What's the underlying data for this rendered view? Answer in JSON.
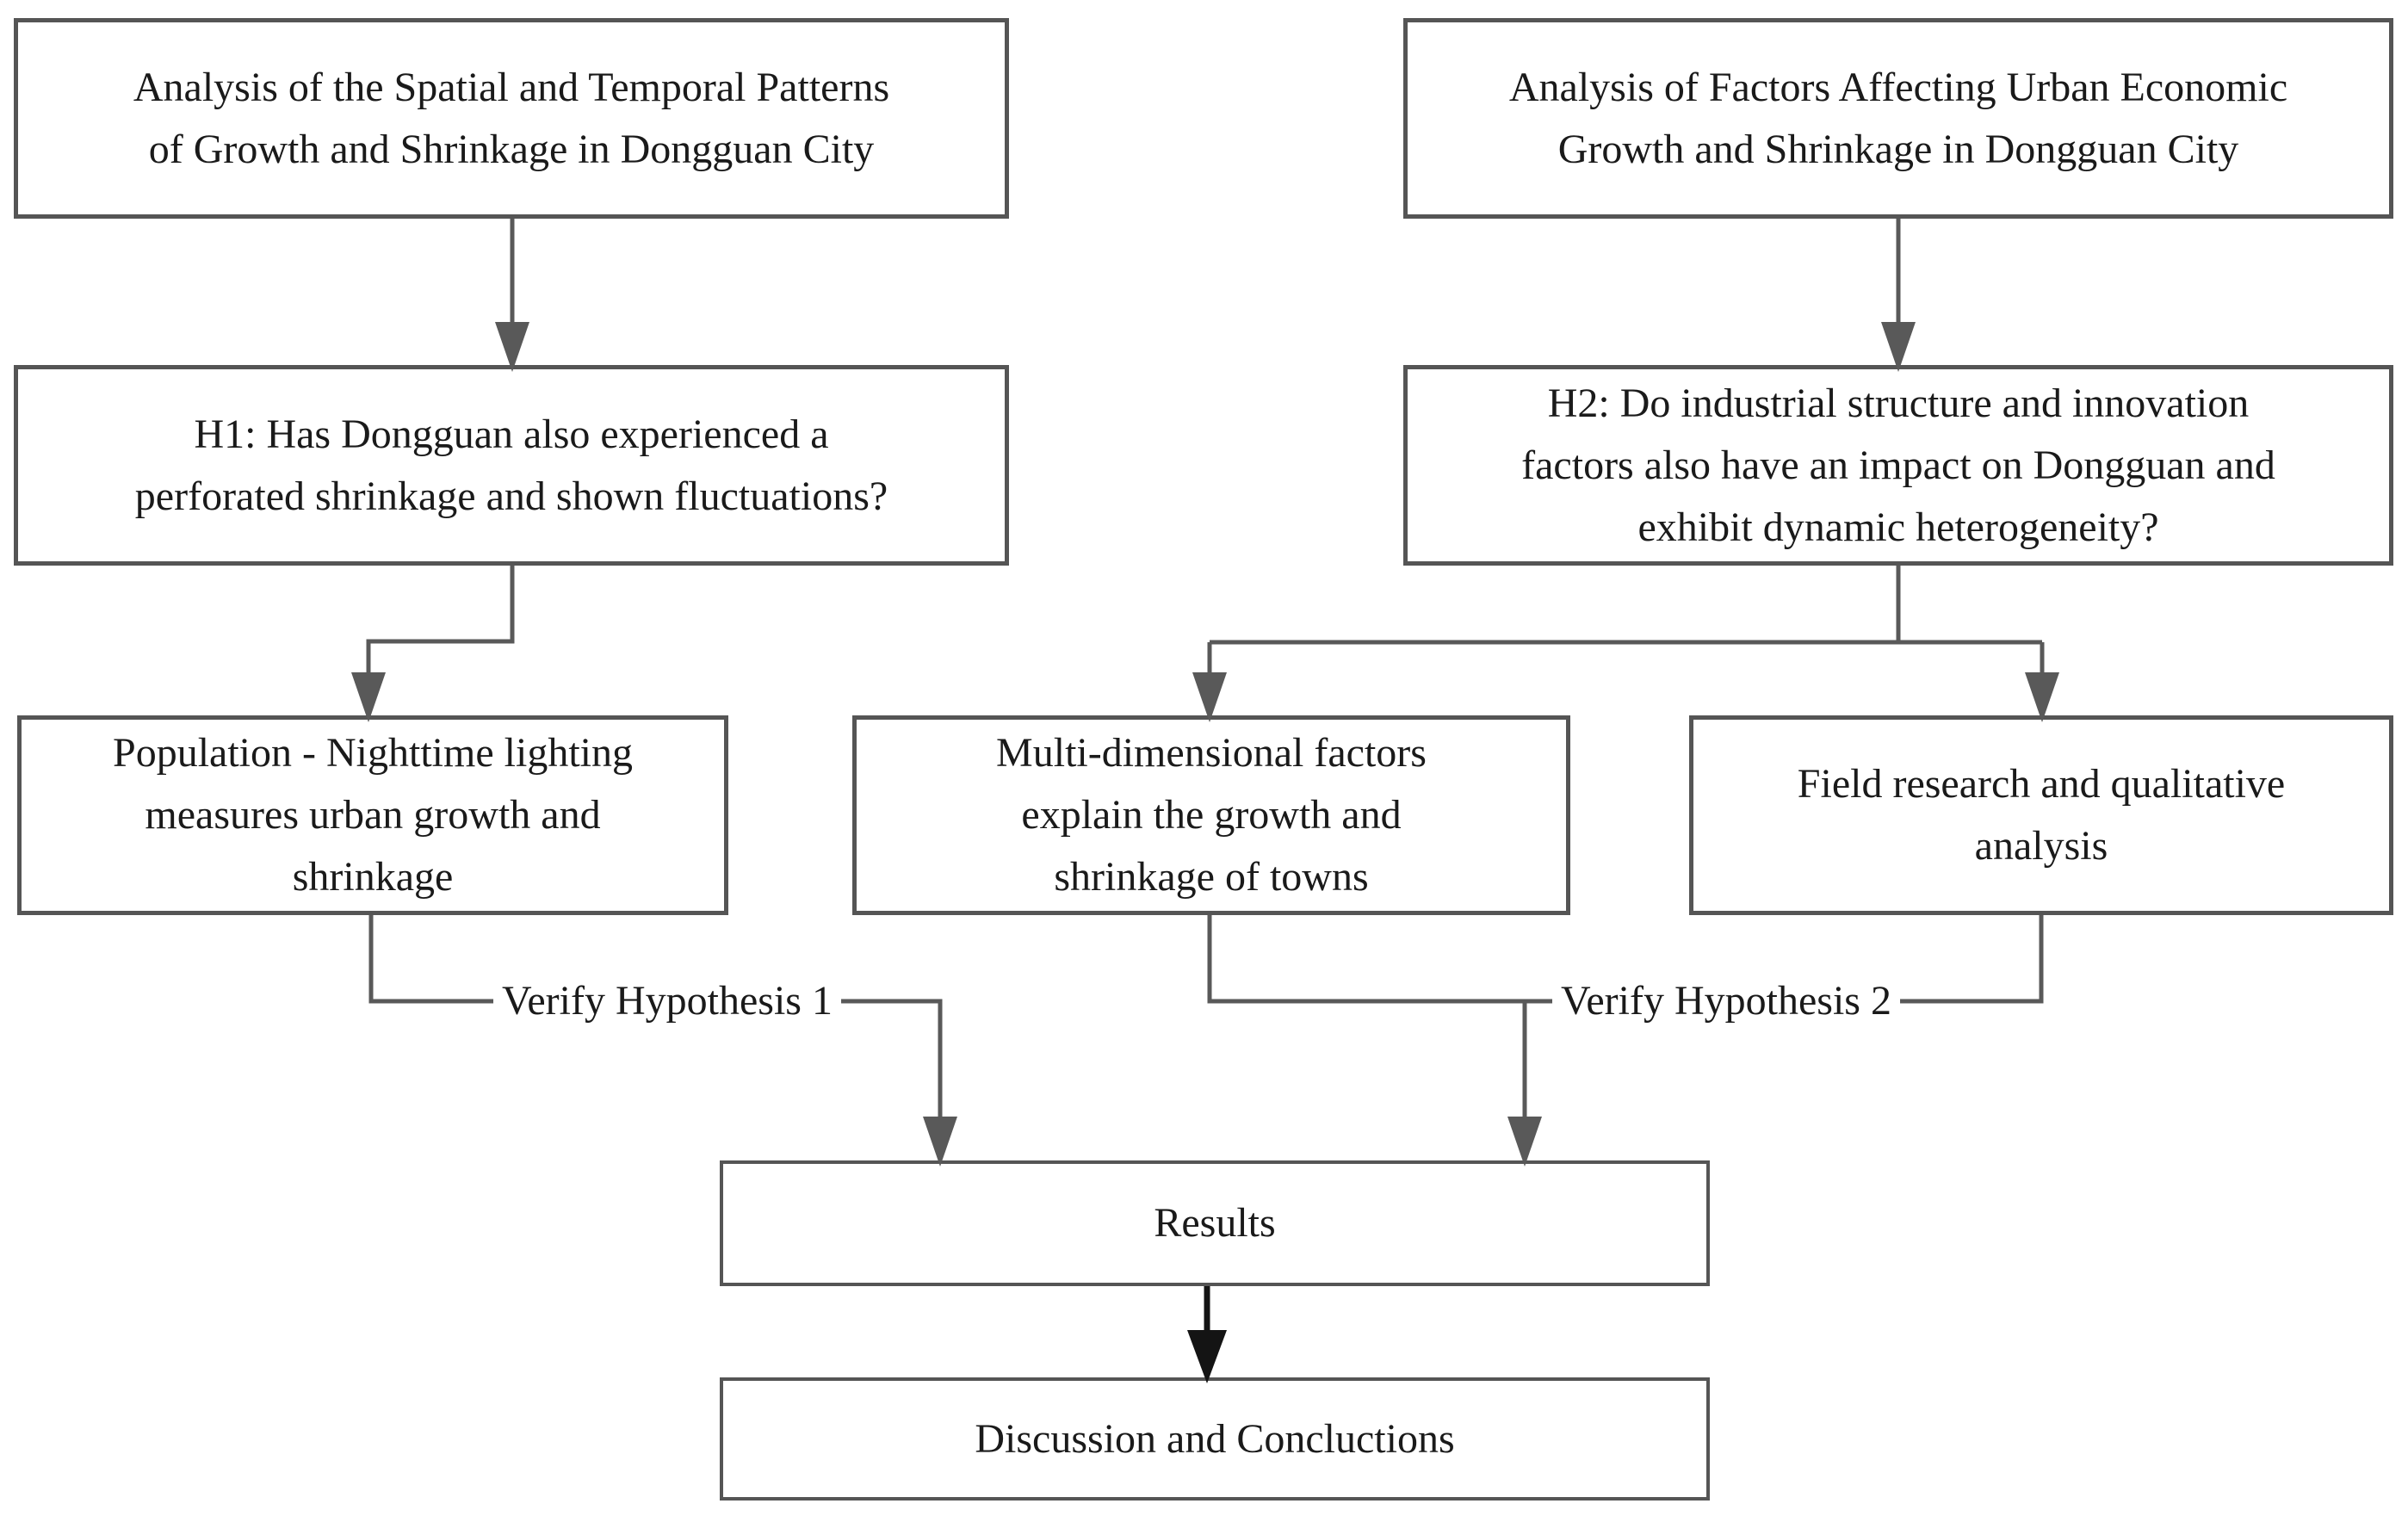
{
  "diagram": {
    "type": "flowchart",
    "colors": {
      "line": "#595959",
      "box_border": "#555555",
      "text": "#1a1a1a",
      "final_arrow": "#141414",
      "background": "#ffffff"
    },
    "nodes": [
      {
        "id": "spatial-temporal-analysis",
        "label": "Analysis of the Spatial and Temporal Patterns\nof Growth and Shrinkage in Dongguan City"
      },
      {
        "id": "factors-analysis",
        "label": "Analysis of Factors Affecting Urban Economic\nGrowth and Shrinkage in Dongguan City"
      },
      {
        "id": "hypothesis-1",
        "label": "H1: Has Dongguan also experienced a\nperforated shrinkage and shown fluctuations?"
      },
      {
        "id": "hypothesis-2",
        "label": "H2: Do industrial structure and innovation\nfactors also have an impact on Dongguan and\nexhibit dynamic heterogeneity?"
      },
      {
        "id": "population-nighttime-lighting",
        "label": "Population - Nighttime lighting\nmeasures urban growth and\nshrinkage"
      },
      {
        "id": "multi-dimensional-factors",
        "label": "Multi-dimensional factors\nexplain the growth and\nshrinkage of towns"
      },
      {
        "id": "field-research",
        "label": "Field research and qualitative\nanalysis"
      },
      {
        "id": "results",
        "label": "Results"
      },
      {
        "id": "discussion-conclusions",
        "label": "Discussion and Concluctions"
      }
    ],
    "edge_labels": [
      {
        "id": "verify-hypothesis-1",
        "label": "Verify Hypothesis 1"
      },
      {
        "id": "verify-hypothesis-2",
        "label": "Verify Hypothesis 2"
      }
    ]
  }
}
